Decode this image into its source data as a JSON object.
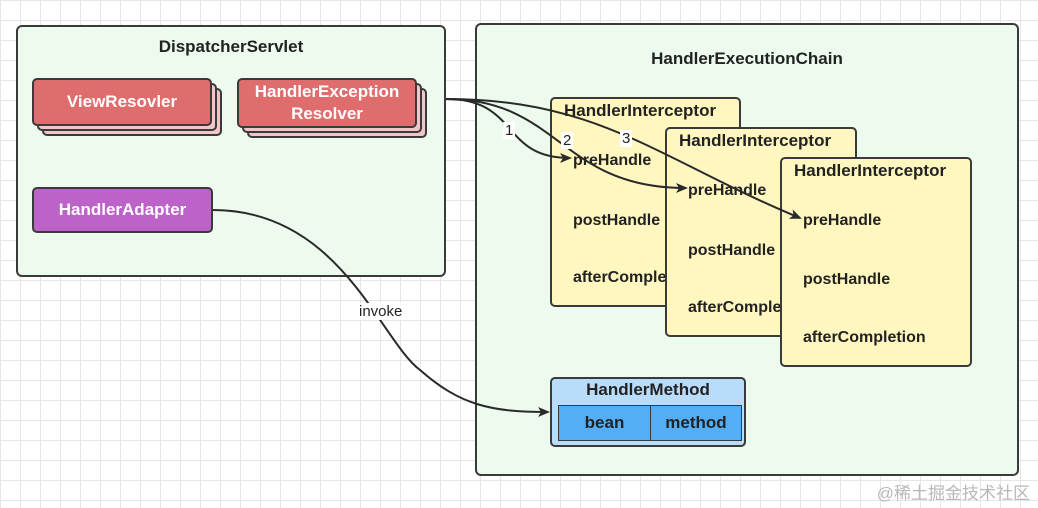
{
  "dispatcher": {
    "title": "DispatcherServlet",
    "view_resolver": "ViewResovler",
    "exception_resolver_line1": "HandlerException",
    "exception_resolver_line2": "Resolver",
    "handler_adapter": "HandlerAdapter"
  },
  "chain": {
    "title": "HandlerExecutionChain",
    "interceptors": [
      {
        "title": "HandlerInterceptor",
        "pre": "preHandle",
        "post": "postHandle",
        "after": "afterCompletion"
      },
      {
        "title": "HandlerInterceptor",
        "pre": "preHandle",
        "post": "postHandle",
        "after": "afterCompletion"
      },
      {
        "title": "HandlerInterceptor",
        "pre": "preHandle",
        "post": "postHandle",
        "after": "afterCompletion"
      }
    ],
    "method": {
      "title": "HandlerMethod",
      "bean": "bean",
      "method": "method"
    }
  },
  "edges": {
    "step1": "1",
    "step2": "2",
    "step3": "3",
    "invoke": "invoke"
  },
  "watermark": "@稀土掘金技术社区",
  "colors": {
    "container_bg": "#ecfbee",
    "resolver_red": "#e06d6d",
    "adapter_purple": "#bd62c9",
    "interceptor_yellow": "#fff7bf",
    "method_blue": "#b9dcfa",
    "cell_blue": "#53aef5"
  }
}
